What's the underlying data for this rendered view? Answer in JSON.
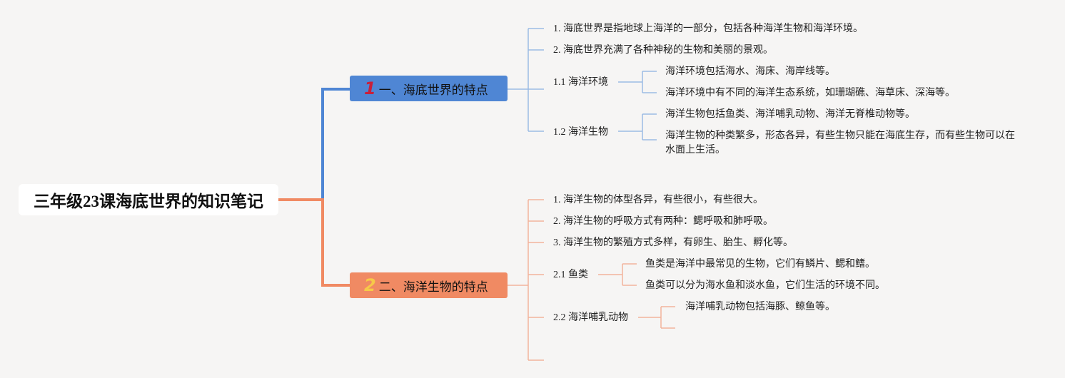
{
  "colors": {
    "branch1": "#4f86d4",
    "branch2": "#f08a63",
    "branch1_num": "#c8203b",
    "branch2_num": "#f7c948",
    "blue_line": "#9bbbe3",
    "orange_line": "#f2b39b"
  },
  "root": {
    "title": "三年级23课海底世界的知识笔记"
  },
  "branch1": {
    "num": "1",
    "title": "一、海底世界的特点",
    "items": [
      "1. 海底世界是指地球上海洋的一部分，包括各种海洋生物和海洋环境。",
      "2. 海底世界充满了各种神秘的生物和美丽的景观。"
    ],
    "sub": [
      {
        "label": "1.1 海洋环境",
        "items": [
          "海洋环境包括海水、海床、海岸线等。",
          "海洋环境中有不同的海洋生态系统，如珊瑚礁、海草床、深海等。"
        ]
      },
      {
        "label": "1.2 海洋生物",
        "items": [
          "海洋生物包括鱼类、海洋哺乳动物、海洋无脊椎动物等。",
          "海洋生物的种类繁多，形态各异，有些生物只能在海底生存，而有些生物可以在水面上生活。"
        ]
      }
    ]
  },
  "branch2": {
    "num": "2",
    "title": "二、海洋生物的特点",
    "items": [
      "1. 海洋生物的体型各异，有些很小，有些很大。",
      "2. 海洋生物的呼吸方式有两种：鳃呼吸和肺呼吸。",
      "3. 海洋生物的繁殖方式多样，有卵生、胎生、孵化等。"
    ],
    "sub": [
      {
        "label": "2.1 鱼类",
        "items": [
          "鱼类是海洋中最常见的生物，它们有鳞片、鳃和鳍。",
          "鱼类可以分为海水鱼和淡水鱼，它们生活的环境不同。"
        ]
      },
      {
        "label": "2.2 海洋哺乳动物",
        "items": [
          "海洋哺乳动物包括海豚、鲸鱼等。",
          ""
        ]
      }
    ]
  }
}
